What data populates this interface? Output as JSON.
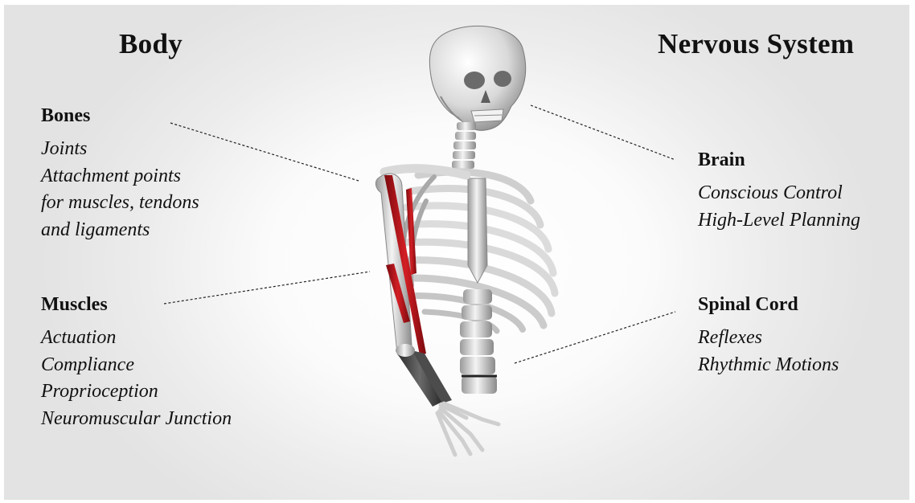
{
  "headings": {
    "left": "Body",
    "right": "Nervous System"
  },
  "body": {
    "bones": {
      "title": "Bones",
      "items": [
        "Joints",
        "Attachment points",
        "for muscles, tendons",
        "and ligaments"
      ]
    },
    "muscles": {
      "title": "Muscles",
      "items": [
        "Actuation",
        "Compliance",
        "Proprioception",
        "Neuromuscular Junction"
      ]
    }
  },
  "nervous_system": {
    "brain": {
      "title": "Brain",
      "items": [
        "Conscious Control",
        "High-Level Planning"
      ]
    },
    "spinal_cord": {
      "title": "Spinal Cord",
      "items": [
        "Reflexes",
        "Rhythmic Motions"
      ]
    }
  },
  "colors": {
    "muscle": "#c0161c",
    "bone": "#e6e6e6",
    "bone_shadow": "#9a9a9a",
    "leader_line": "#222222"
  }
}
